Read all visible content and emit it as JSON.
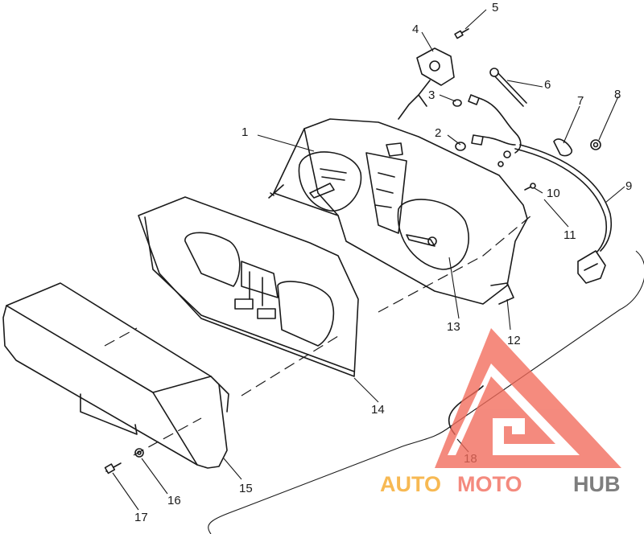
{
  "callouts": {
    "c1": "1",
    "c2": "2",
    "c3": "3",
    "c4": "4",
    "c5": "5",
    "c6": "6",
    "c7": "7",
    "c8": "8",
    "c9": "9",
    "c10": "10",
    "c11": "11",
    "c12": "12",
    "c13": "13",
    "c14": "14",
    "c15": "15",
    "c16": "16",
    "c17": "17",
    "c18": "18"
  },
  "watermark": {
    "part1": "AUTO",
    "part2": "MOTO",
    "part3": "HUB",
    "color_primary": "#f5a623",
    "color_secondary": "#f26a5a",
    "color_tertiary": "#5a5a5a"
  }
}
